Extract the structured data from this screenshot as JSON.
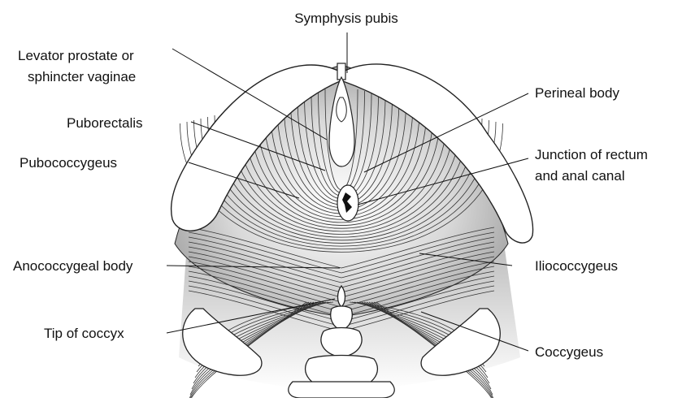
{
  "labels": {
    "symphysis_pubis": "Symphysis pubis",
    "levator_prostate_line1": "Levator prostate or",
    "levator_prostate_line2": "sphincter vaginae",
    "puborectalis": "Puborectalis",
    "pubococcygeus": "Pubococcygeus",
    "perineal_body": "Perineal body",
    "junction_line1": "Junction of rectum",
    "junction_line2": "and anal canal",
    "anococcygeal_body": "Anococcygeal body",
    "iliococcygeus": "Iliococcygeus",
    "tip_of_coccyx": "Tip of coccyx",
    "coccygeus": "Coccygeus"
  }
}
